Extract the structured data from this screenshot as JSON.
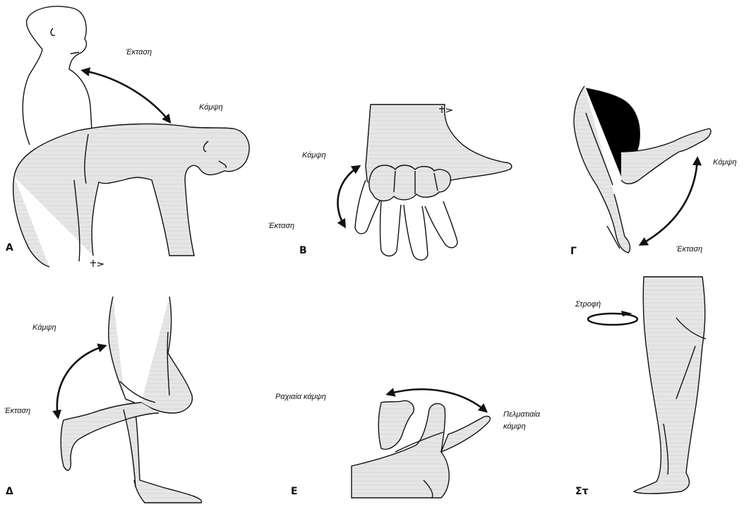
{
  "panels": [
    {
      "letter": "Α",
      "labels": {
        "extension": "Έκταση",
        "flexion": "Κάμψη"
      }
    },
    {
      "letter": "Β",
      "labels": {
        "flexion": "Κάμψη",
        "extension": "Έκταση"
      }
    },
    {
      "letter": "Γ",
      "labels": {
        "flexion": "Κάμψη",
        "extension": "Έκταση"
      }
    },
    {
      "letter": "Δ",
      "labels": {
        "flexion": "Κάμψη",
        "extension": "Έκταση"
      }
    },
    {
      "letter": "Ε",
      "labels": {
        "dorsiflexion": "Ραχιαία κάμψη",
        "plantarflexion_1": "Πελματιαία",
        "plantarflexion_2": "κάμψη"
      }
    },
    {
      "letter": "Στ",
      "labels": {
        "rotation": "Στροφή"
      }
    }
  ],
  "colors": {
    "ink": "#111111",
    "fill": "#e4e4e4",
    "background": "#ffffff"
  }
}
